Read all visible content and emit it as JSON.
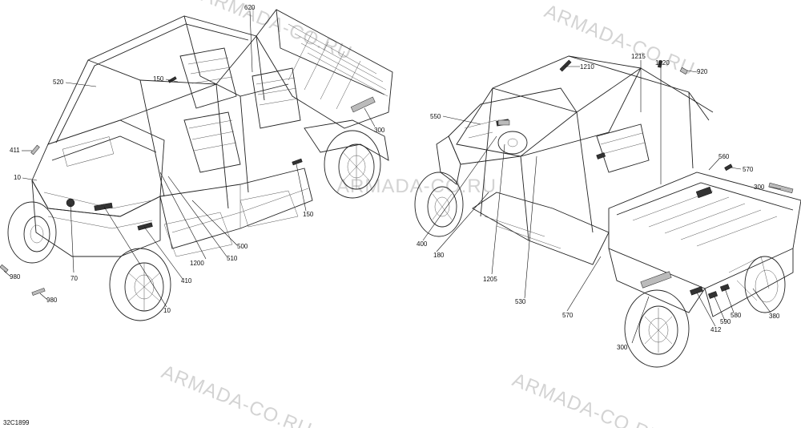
{
  "diagram_code": "32C1899",
  "watermark": [
    "ARMADA-CO.RU",
    "ARMADA-CO.RU",
    "ARMADA-CO.RU",
    "ARMADA-CO.RU",
    "ARMADA-CO.RU"
  ],
  "left_view": {
    "callouts": [
      "620",
      "520",
      "150",
      "411",
      "10",
      "70",
      "980",
      "980",
      "1200",
      "510",
      "500",
      "410",
      "10",
      "150",
      "300"
    ]
  },
  "right_view": {
    "callouts": [
      "1215",
      "1220",
      "1210",
      "920",
      "550",
      "560",
      "570",
      "300",
      "400",
      "180",
      "1205",
      "530",
      "570",
      "300",
      "412",
      "590",
      "580",
      "380"
    ]
  },
  "colors": {
    "line": "#222222",
    "watermark": "#d3d3d3",
    "background": "#ffffff"
  }
}
